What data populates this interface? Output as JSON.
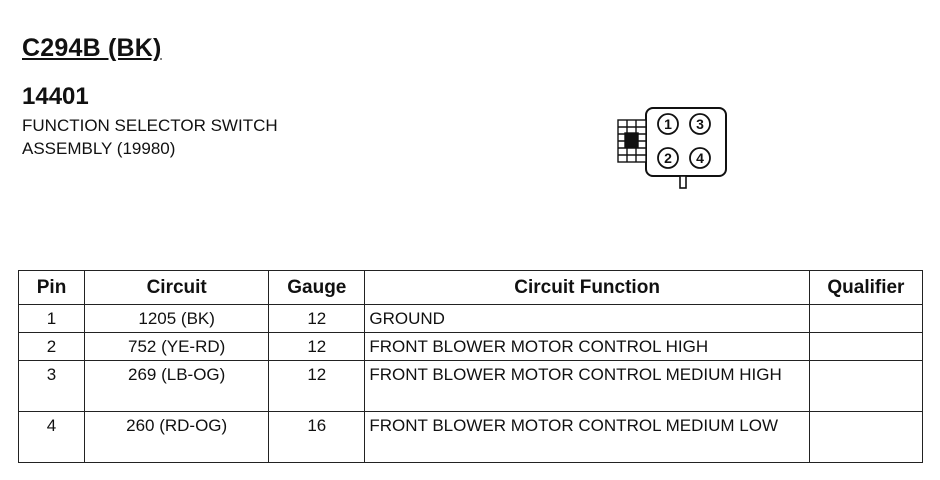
{
  "header": {
    "connector_id": "C294B (BK)",
    "part_number": "14401",
    "description_line1": "FUNCTION SELECTOR SWITCH",
    "description_line2": "ASSEMBLY (19980)"
  },
  "diagram": {
    "pins": [
      "1",
      "3",
      "2",
      "4"
    ]
  },
  "table": {
    "headers": {
      "pin": "Pin",
      "circuit": "Circuit",
      "gauge": "Gauge",
      "function": "Circuit Function",
      "qualifier": "Qualifier"
    },
    "rows": [
      {
        "pin": "1",
        "circuit": "1205 (BK)",
        "gauge": "12",
        "function": "GROUND",
        "qualifier": ""
      },
      {
        "pin": "2",
        "circuit": "752 (YE-RD)",
        "gauge": "12",
        "function": "FRONT BLOWER MOTOR CONTROL HIGH",
        "qualifier": ""
      },
      {
        "pin": "3",
        "circuit": "269 (LB-OG)",
        "gauge": "12",
        "function": "FRONT BLOWER MOTOR CONTROL MEDIUM HIGH",
        "qualifier": ""
      },
      {
        "pin": "4",
        "circuit": "260 (RD-OG)",
        "gauge": "16",
        "function": "FRONT BLOWER MOTOR CONTROL MEDIUM LOW",
        "qualifier": ""
      }
    ]
  }
}
